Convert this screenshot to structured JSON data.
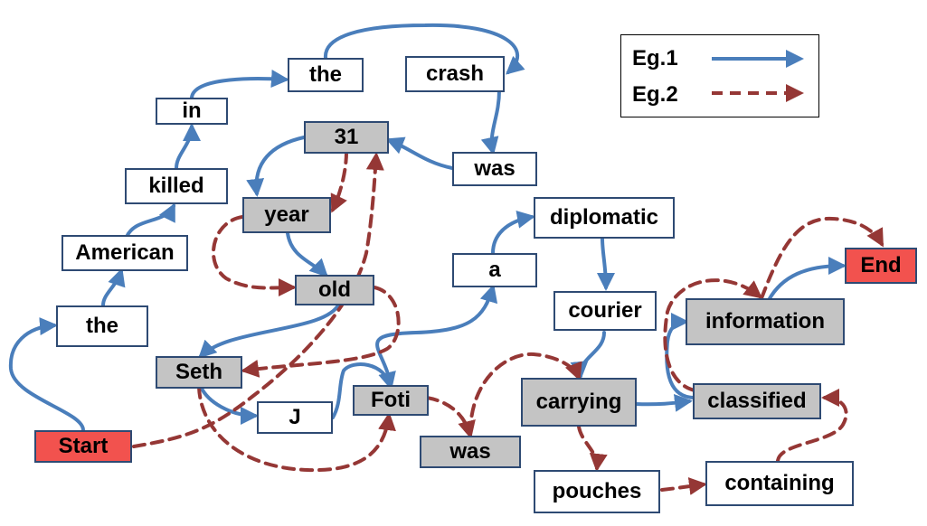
{
  "colors": {
    "eg1": "#4a7ebb",
    "eg2": "#953735",
    "node_border": "#2e4a73",
    "gray": "#c4c4c4",
    "red": "#f2524e"
  },
  "legend": {
    "eg1_label": "Eg.1",
    "eg2_label": "Eg.2"
  },
  "nodes": {
    "start": "Start",
    "the1": "the",
    "american": "American",
    "killed": "killed",
    "in": "in",
    "the2": "the",
    "crash": "crash",
    "was1": "was",
    "n31": "31",
    "year": "year",
    "old": "old",
    "seth": "Seth",
    "j": "J",
    "foti": "Foti",
    "a": "a",
    "diplomatic": "diplomatic",
    "courier": "courier",
    "carrying": "carrying",
    "classified": "classified",
    "information": "information",
    "end": "End",
    "was2": "was",
    "pouches": "pouches",
    "containing": "containing"
  }
}
